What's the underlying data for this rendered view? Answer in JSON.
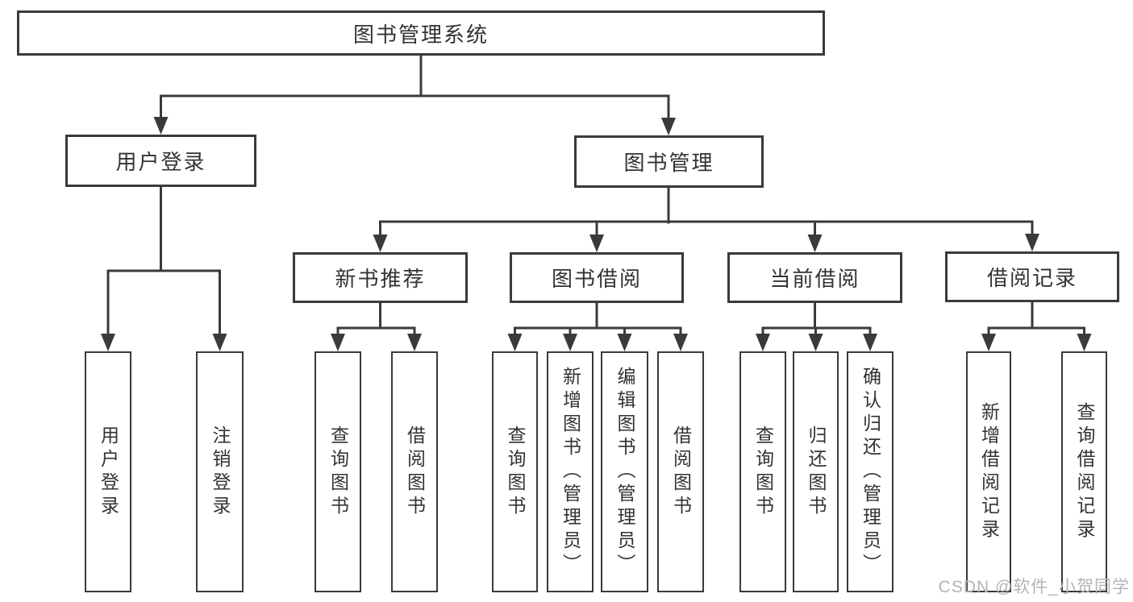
{
  "tree": {
    "label": "图书管理系统",
    "children": [
      {
        "label": "用户登录",
        "children": [
          {
            "label": "用户登录"
          },
          {
            "label": "注销登录"
          }
        ]
      },
      {
        "label": "图书管理",
        "children": [
          {
            "label": "新书推荐",
            "children": [
              {
                "label": "查询图书"
              },
              {
                "label": "借阅图书"
              }
            ]
          },
          {
            "label": "图书借阅",
            "children": [
              {
                "label": "查询图书"
              },
              {
                "label": "新增图书（管理员）"
              },
              {
                "label": "编辑图书（管理员）"
              },
              {
                "label": "借阅图书"
              }
            ]
          },
          {
            "label": "当前借阅",
            "children": [
              {
                "label": "查询图书"
              },
              {
                "label": "归还图书"
              },
              {
                "label": "确认归还（管理员）"
              }
            ]
          },
          {
            "label": "借阅记录",
            "children": [
              {
                "label": "新增借阅记录"
              },
              {
                "label": "查询借阅记录"
              }
            ]
          }
        ]
      }
    ]
  },
  "watermark": {
    "text": "CSDN @软件_小贺同学"
  },
  "colors": {
    "line": "#3a3a3a",
    "text": "#333333",
    "watermark": "#b4b4b4",
    "background": "#ffffff"
  }
}
